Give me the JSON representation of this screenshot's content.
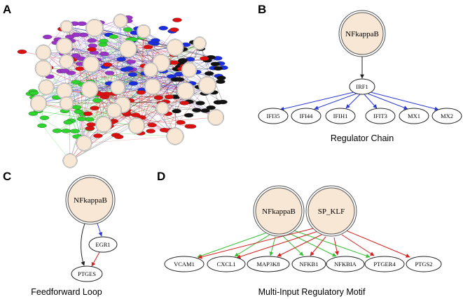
{
  "colors": {
    "hub_fill": "#f8e7d4",
    "hub_stroke": "#8a8a8a",
    "purple": "#9a33c9",
    "blue": "#1a2ee0",
    "red": "#dd0f0f",
    "green": "#2cd42c",
    "black": "#111111",
    "edge_blue": "#2b3bd6",
    "edge_red": "#d61f1f",
    "edge_green": "#35c235",
    "edge_black": "#222222"
  },
  "panel_a": {
    "letter": "A"
  },
  "panel_b": {
    "letter": "B",
    "caption": "Regulator Chain",
    "top_node": "NFkappaB",
    "mid_node": "IRF1",
    "targets": [
      "IFI35",
      "IFI44",
      "IFIH1",
      "IFIT3",
      "MX1",
      "MX2"
    ]
  },
  "panel_c": {
    "letter": "C",
    "caption": "Feedforward Loop",
    "top_node": "NFkappaB",
    "mid_node": "EGR1",
    "bottom_node": "PTGES"
  },
  "panel_d": {
    "letter": "D",
    "caption": "Multi-Input Regulatory Motif",
    "regulators": [
      "NFkappaB",
      "SP_KLF"
    ],
    "targets": [
      "VCAM1",
      "CXCL1",
      "MAP3K8",
      "NFKB1",
      "NFKBIA",
      "PTGER4",
      "PTGS2"
    ]
  }
}
